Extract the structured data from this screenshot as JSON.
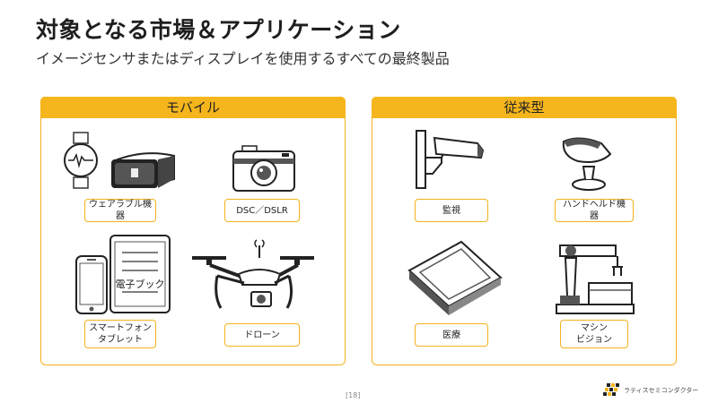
{
  "title": "対象となる市場＆アプリケーション",
  "subtitle": "イメージセンサまたはディスプレイを使用するすべての最終製品",
  "mobile": {
    "heading": "モバイル",
    "wearable": "ウェアラブル機器",
    "dsc": "DSC／DSLR",
    "smartphone_line1": "スマートフォン",
    "smartphone_line2": "タブレット",
    "ebook": "電子ブック",
    "drone": "ドローン"
  },
  "traditional": {
    "heading": "従来型",
    "surveillance": "監視",
    "handheld": "ハンドヘルド機器",
    "medical": "医療",
    "machine_line1": "マシン",
    "machine_line2": "ビジョン"
  },
  "footer": {
    "page": "[18]",
    "company": "ラティスセミコンダクター"
  },
  "colors": {
    "accent": "#f5b51d"
  }
}
